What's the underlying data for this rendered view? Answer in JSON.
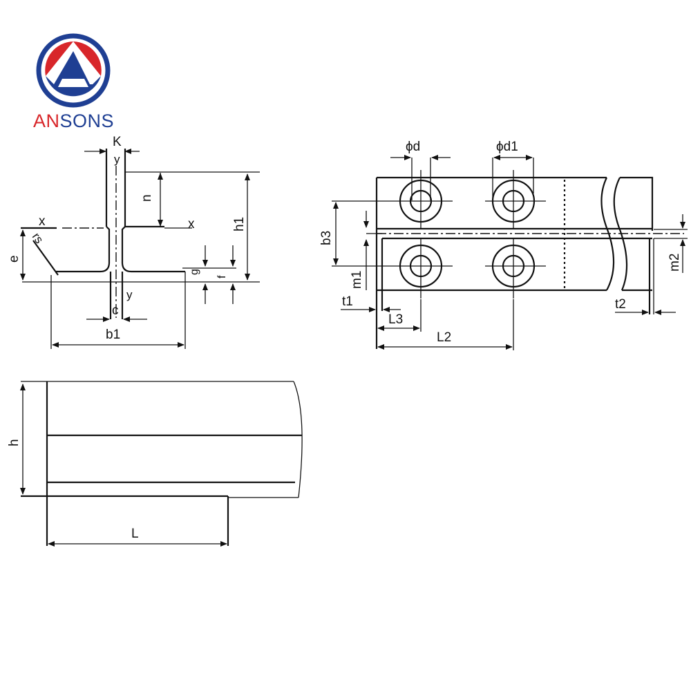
{
  "logo": {
    "brand_part1": "AN",
    "brand_part2": "SONS",
    "colors": {
      "red": "#d8262a",
      "blue": "#1f3f93"
    }
  },
  "profile_section": {
    "labels": {
      "K": "K",
      "y_top": "y",
      "n": "n",
      "x_left": "x",
      "x_right": "x",
      "h1": "h1",
      "e": "e",
      "rs": "rs",
      "g": "g",
      "f": "f",
      "y_bottom": "y",
      "c": "c",
      "b1": "b1"
    }
  },
  "top_view": {
    "labels": {
      "phi_d": "ϕd",
      "phi_d1": "ϕd1",
      "b3": "b3",
      "m1": "m1",
      "m2": "m2",
      "t1": "t1",
      "t2": "t2",
      "L3": "L3",
      "L2": "L2"
    },
    "hole_count": 4
  },
  "side_view": {
    "labels": {
      "h": "h",
      "L": "L"
    }
  }
}
